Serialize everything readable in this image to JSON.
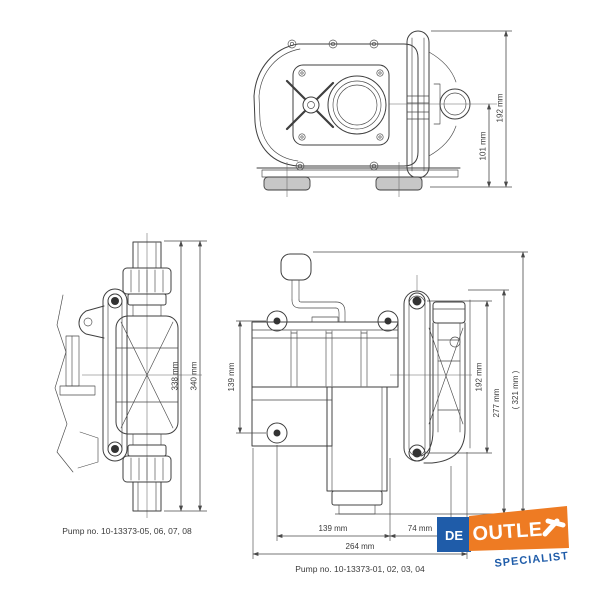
{
  "drawing": {
    "line_color": "#3f3f3f",
    "top_view": {
      "dims": {
        "overall_height": "192 mm",
        "port_height": "101 mm"
      }
    },
    "side_view": {
      "dims": {
        "port_span": "338 mm",
        "overall_height": "340 mm"
      },
      "caption": "Pump no. 10-13373-05, 06, 07, 08"
    },
    "front_view": {
      "dims": {
        "mount_spacing_v": "139 mm",
        "clamp_span": "192 mm",
        "body_height": "277 mm",
        "overall_height": "( 321 mm )",
        "mount_spacing_h": "139 mm",
        "port_offset": "74 mm",
        "overall_width": "264 mm"
      },
      "caption": "Pump no. 10-13373-01, 02, 03, 04"
    }
  },
  "logo": {
    "de": "DE",
    "outlet": "OUTLE",
    "t_icon": "hammer-t-icon",
    "specialist": "SPECIALIST",
    "colors": {
      "blue": "#1f5ca9",
      "orange": "#ee7b23"
    }
  }
}
